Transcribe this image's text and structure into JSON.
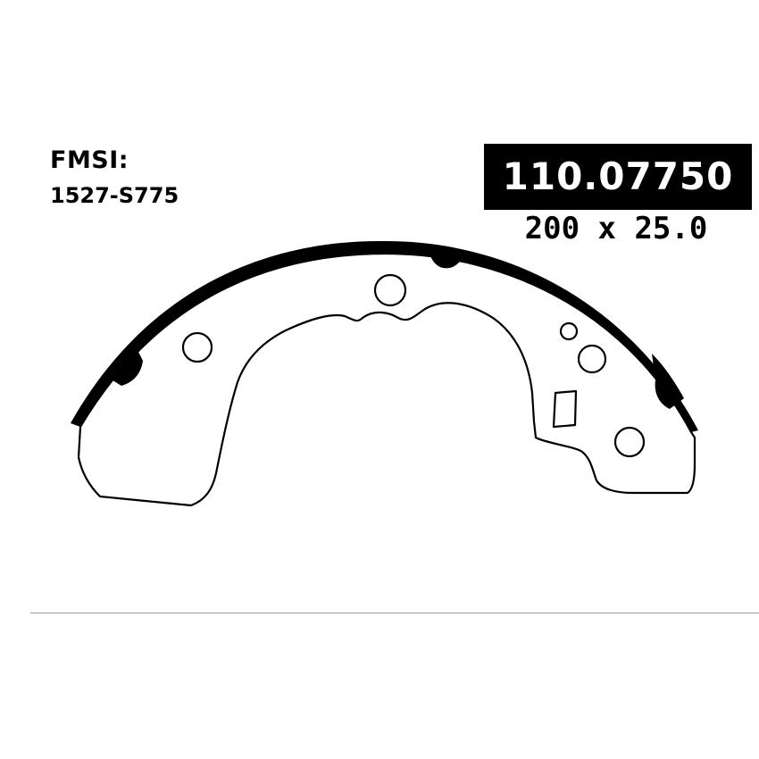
{
  "fmsi": {
    "label": "FMSI:",
    "number": "1527-S775"
  },
  "part": {
    "number": "110.07750",
    "dimensions": "200 x 25.0"
  },
  "drawing": {
    "icon": "brake-shoe-icon",
    "lining_color": "#000000",
    "outline_color": "#000000"
  }
}
